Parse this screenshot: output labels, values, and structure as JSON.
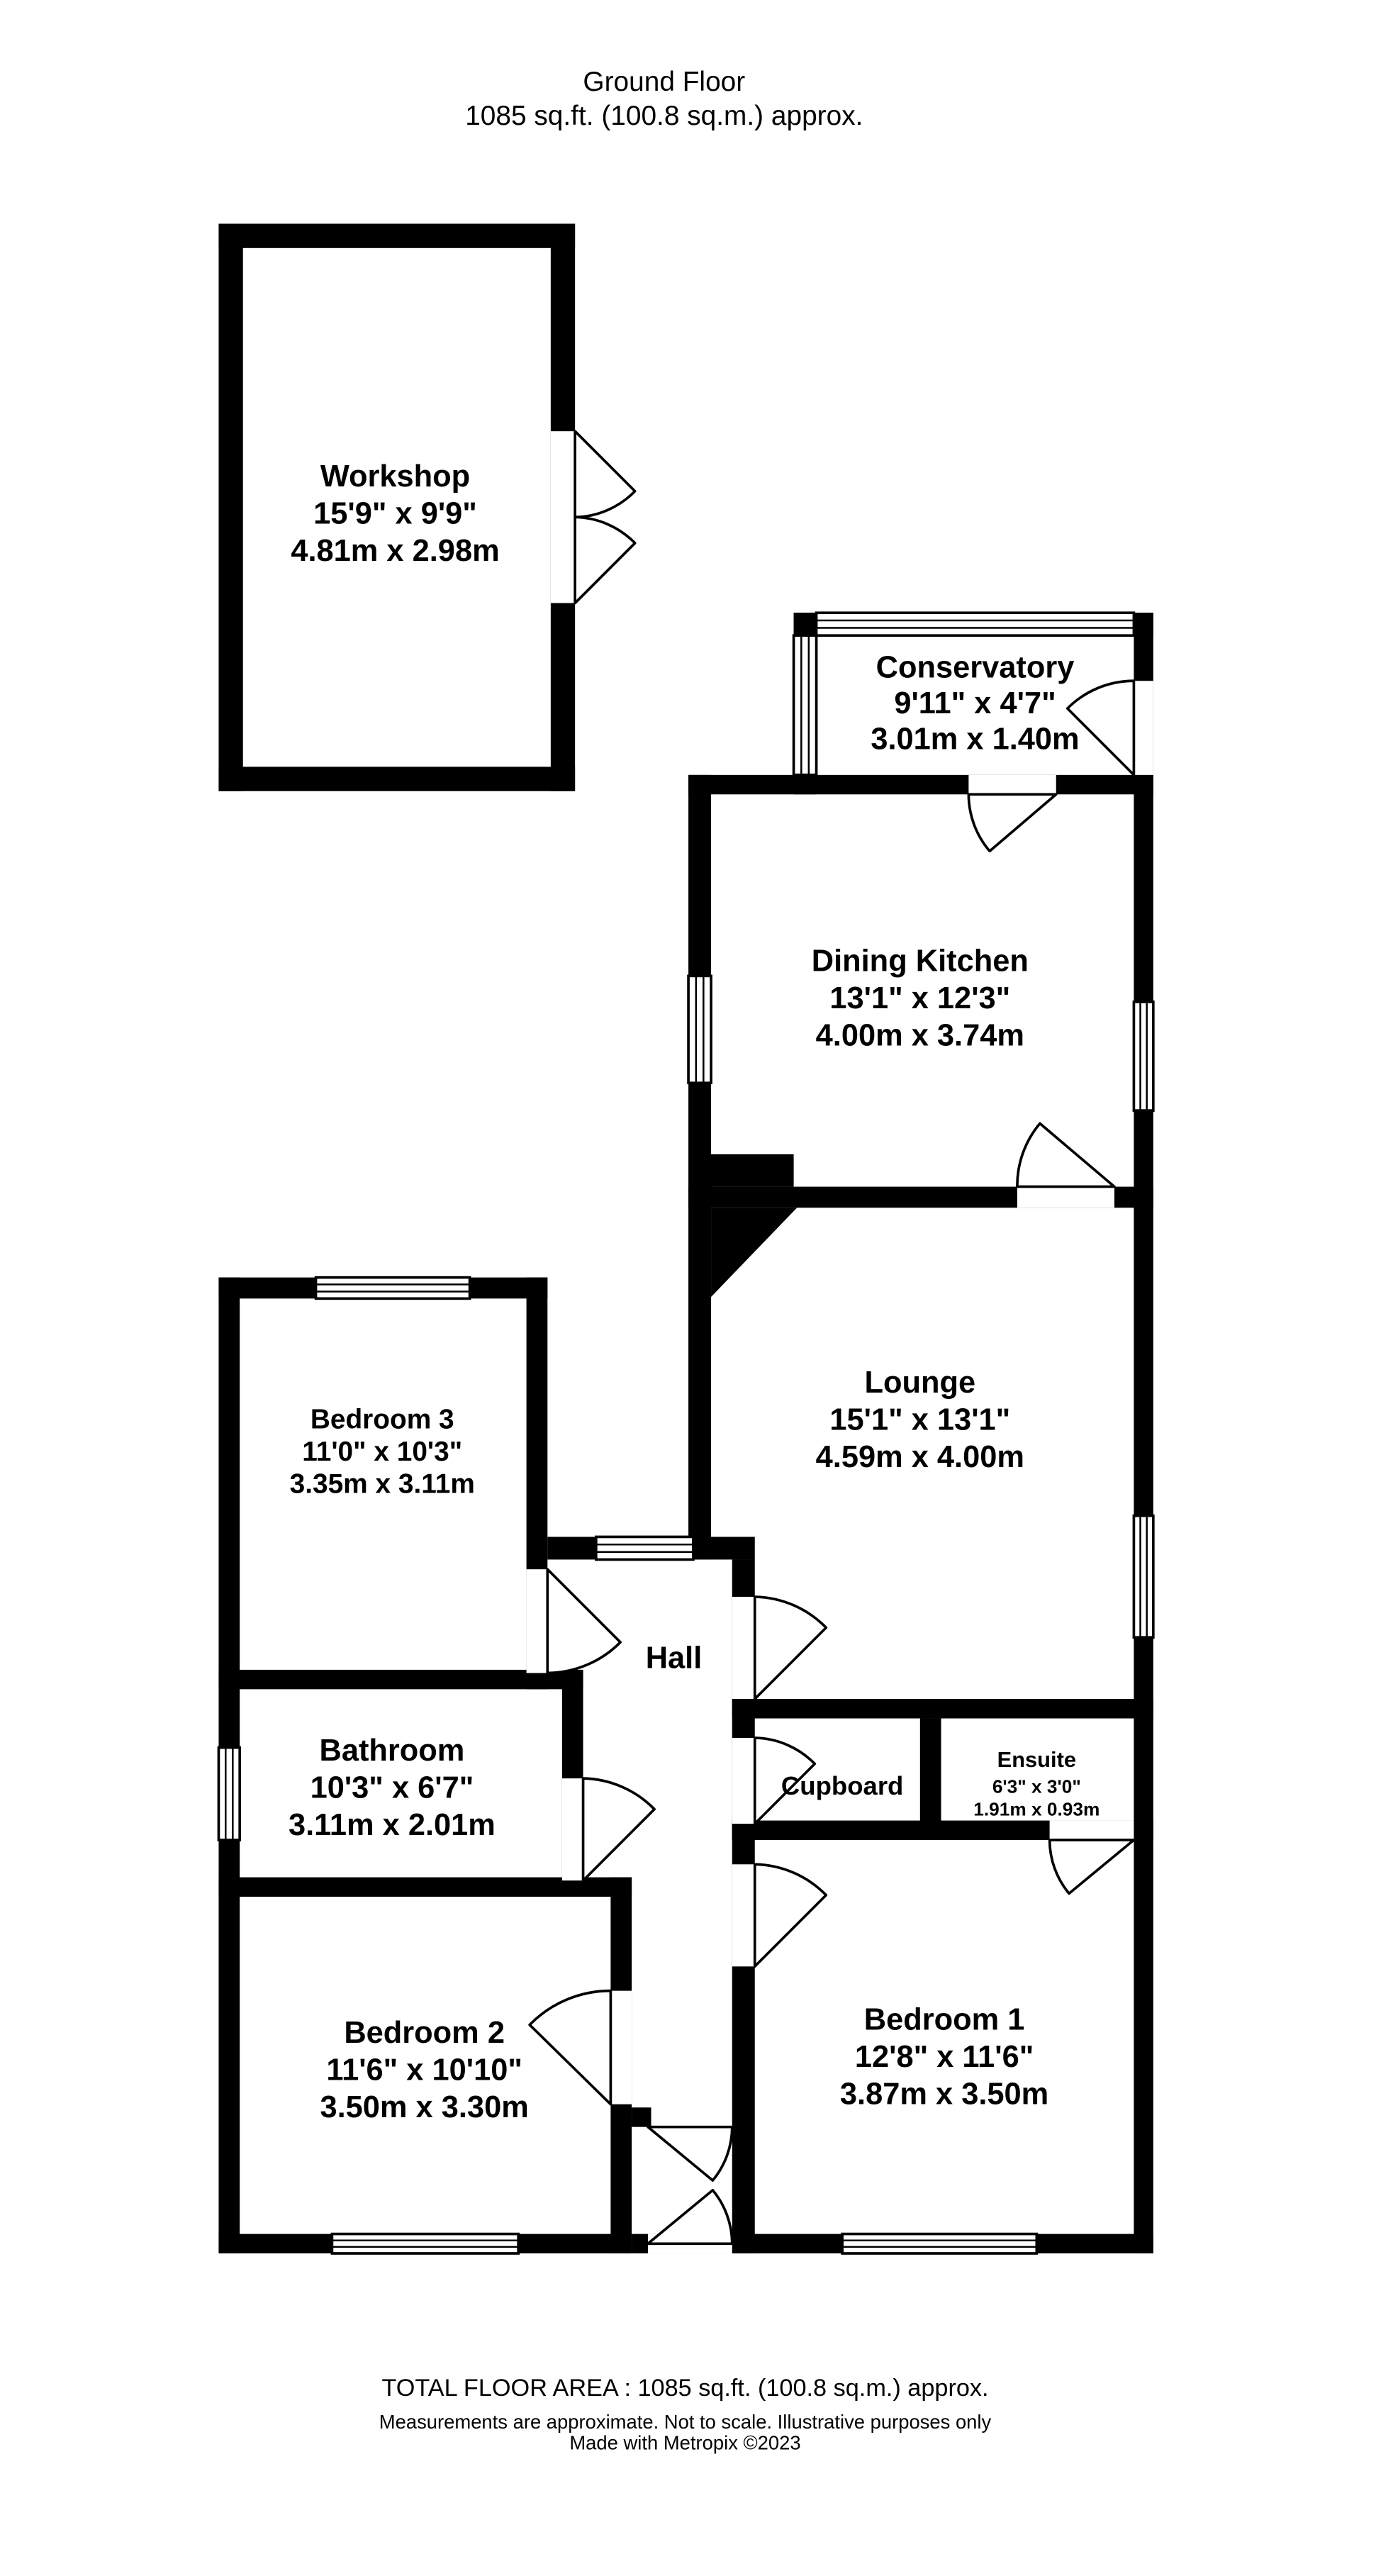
{
  "header": {
    "title": "Ground Floor",
    "subtitle": "1085 sq.ft. (100.8 sq.m.) approx."
  },
  "rooms": {
    "workshop": {
      "name": "Workshop",
      "imperial": "15'9\" x 9'9\"",
      "metric": "4.81m x 2.98m"
    },
    "conservatory": {
      "name": "Conservatory",
      "imperial": "9'11\" x 4'7\"",
      "metric": "3.01m x 1.40m"
    },
    "dining_kitchen": {
      "name": "Dining Kitchen",
      "imperial": "13'1\" x 12'3\"",
      "metric": "4.00m x 3.74m"
    },
    "lounge": {
      "name": "Lounge",
      "imperial": "15'1\" x 13'1\"",
      "metric": "4.59m x 4.00m"
    },
    "bedroom3": {
      "name": "Bedroom 3",
      "imperial": "11'0\" x 10'3\"",
      "metric": "3.35m x 3.11m"
    },
    "hall": {
      "name": "Hall"
    },
    "bathroom": {
      "name": "Bathroom",
      "imperial": "10'3\" x 6'7\"",
      "metric": "3.11m x 2.01m"
    },
    "cupboard": {
      "name": "Cupboard"
    },
    "ensuite": {
      "name": "Ensuite",
      "imperial": "6'3\" x 3'0\"",
      "metric": "1.91m x 0.93m"
    },
    "bedroom2": {
      "name": "Bedroom 2",
      "imperial": "11'6\" x 10'10\"",
      "metric": "3.50m x 3.30m"
    },
    "bedroom1": {
      "name": "Bedroom 1",
      "imperial": "12'8\" x 11'6\"",
      "metric": "3.87m x 3.50m"
    }
  },
  "footer": {
    "total": "TOTAL FLOOR AREA : 1085 sq.ft. (100.8 sq.m.) approx.",
    "disclaimer": "Measurements are approximate.  Not to scale.  Illustrative purposes only",
    "credit": "Made with Metropix ©2023"
  },
  "colors": {
    "wall": "#000000",
    "background": "#ffffff"
  }
}
